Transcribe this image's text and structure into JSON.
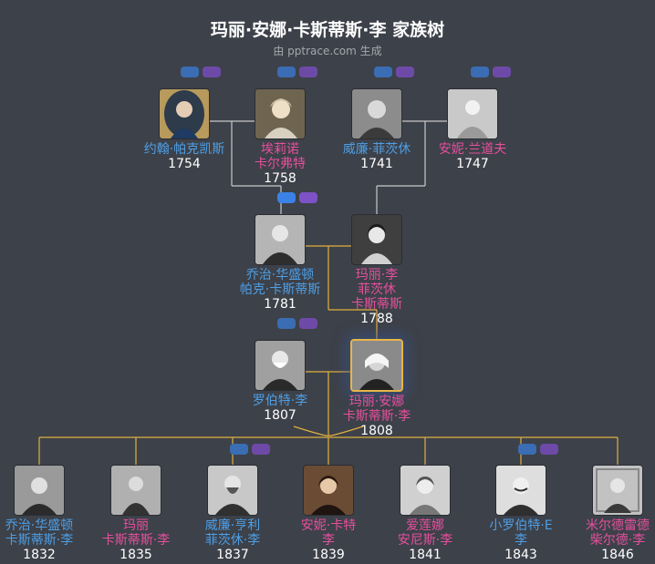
{
  "header": {
    "title": "玛丽·安娜·卡斯蒂斯·李 家族树",
    "subtitle": "由 pptrace.com 生成"
  },
  "colors": {
    "background": "#3d4149",
    "male": "#4d9fe6",
    "female": "#e5509d",
    "line_gray": "#c9c9c9",
    "line_gold": "#e0b040",
    "focus_border": "#e8b547"
  },
  "chart_data": {
    "type": "family-tree",
    "people": [
      {
        "id": "p1",
        "name1": "约翰·帕克凯斯",
        "name2": "",
        "year": "1754",
        "gender": "male"
      },
      {
        "id": "p2",
        "name1": "埃莉诺",
        "name2": "卡尔弗特",
        "year": "1758",
        "gender": "female"
      },
      {
        "id": "p3",
        "name1": "威廉·菲茨休",
        "name2": "",
        "year": "1741",
        "gender": "male"
      },
      {
        "id": "p4",
        "name1": "安妮·兰道夫",
        "name2": "",
        "year": "1747",
        "gender": "female"
      },
      {
        "id": "p5",
        "name1": "乔治·华盛顿",
        "name2": "帕克·卡斯蒂斯",
        "year": "1781",
        "gender": "male"
      },
      {
        "id": "p6",
        "name1": "玛丽·李",
        "name2": "菲茨休",
        "name3": "卡斯蒂斯",
        "year": "1788",
        "gender": "female"
      },
      {
        "id": "p7",
        "name1": "罗伯特·李",
        "name2": "",
        "year": "1807",
        "gender": "male"
      },
      {
        "id": "p8",
        "name1": "玛丽·安娜",
        "name2": "卡斯蒂斯·李",
        "year": "1808",
        "gender": "female",
        "focus": true
      },
      {
        "id": "c1",
        "name1": "乔治·华盛顿",
        "name2": "卡斯蒂斯·李",
        "year": "1832",
        "gender": "male"
      },
      {
        "id": "c2",
        "name1": "玛丽",
        "name2": "卡斯蒂斯·李",
        "year": "1835",
        "gender": "female"
      },
      {
        "id": "c3",
        "name1": "威廉·亨利",
        "name2": "菲茨休·李",
        "year": "1837",
        "gender": "male"
      },
      {
        "id": "c4",
        "name1": "安妮·卡特",
        "name2": "李",
        "year": "1839",
        "gender": "female"
      },
      {
        "id": "c5",
        "name1": "爱莲娜",
        "name2": "安尼斯·李",
        "year": "1841",
        "gender": "female"
      },
      {
        "id": "c6",
        "name1": "小罗伯特·E",
        "name2": "李",
        "year": "1843",
        "gender": "male"
      },
      {
        "id": "c7",
        "name1": "米尔德雷德",
        "name2": "柴尔德·李",
        "year": "1846",
        "gender": "female"
      }
    ],
    "relations": [
      {
        "couple": [
          "p1",
          "p2"
        ],
        "children": [
          "p5"
        ]
      },
      {
        "couple": [
          "p3",
          "p4"
        ],
        "children": [
          "p6"
        ]
      },
      {
        "couple": [
          "p5",
          "p6"
        ],
        "children": [
          "p8"
        ]
      },
      {
        "couple": [
          "p7",
          "p8"
        ],
        "children": [
          "c1",
          "c2",
          "c3",
          "c4",
          "c5",
          "c6",
          "c7"
        ]
      }
    ]
  }
}
